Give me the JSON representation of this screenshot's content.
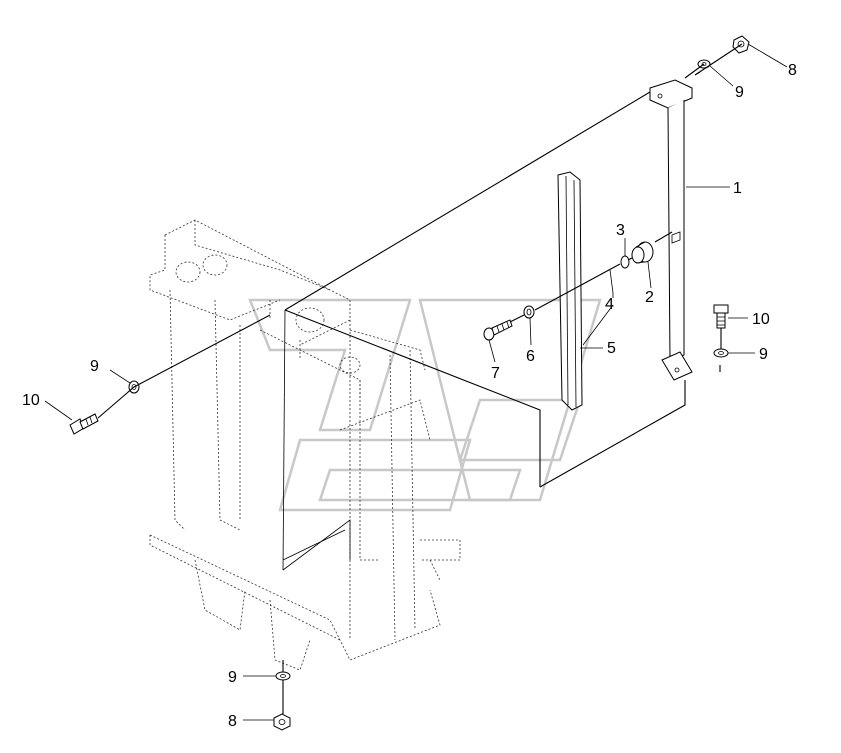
{
  "callouts": {
    "c1": "1",
    "c2": "2",
    "c3": "3",
    "c4": "4",
    "c5": "5",
    "c6": "6",
    "c7": "7",
    "c8_top": "8",
    "c9_top": "9",
    "c10_right": "10",
    "c9_right": "9",
    "c9_left": "9",
    "c10_left": "10",
    "c9_bottom": "9",
    "c8_bottom": "8"
  },
  "colors": {
    "line": "#000000",
    "watermark": "#c8c8c8",
    "background": "#ffffff"
  }
}
